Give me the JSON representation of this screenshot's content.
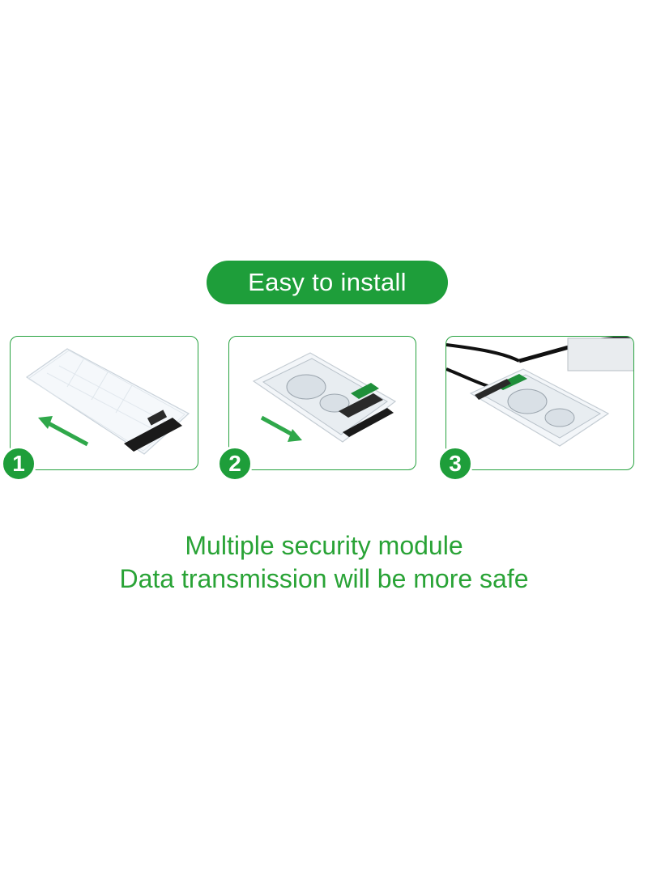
{
  "header": {
    "title": "Easy to install"
  },
  "steps": [
    {
      "number": "1"
    },
    {
      "number": "2"
    },
    {
      "number": "3"
    }
  ],
  "taglines": {
    "line1": "Multiple security module",
    "line2": "Data transmission will be more safe"
  },
  "colors": {
    "accent": "#1e9e3a",
    "tagline": "#29a336"
  }
}
